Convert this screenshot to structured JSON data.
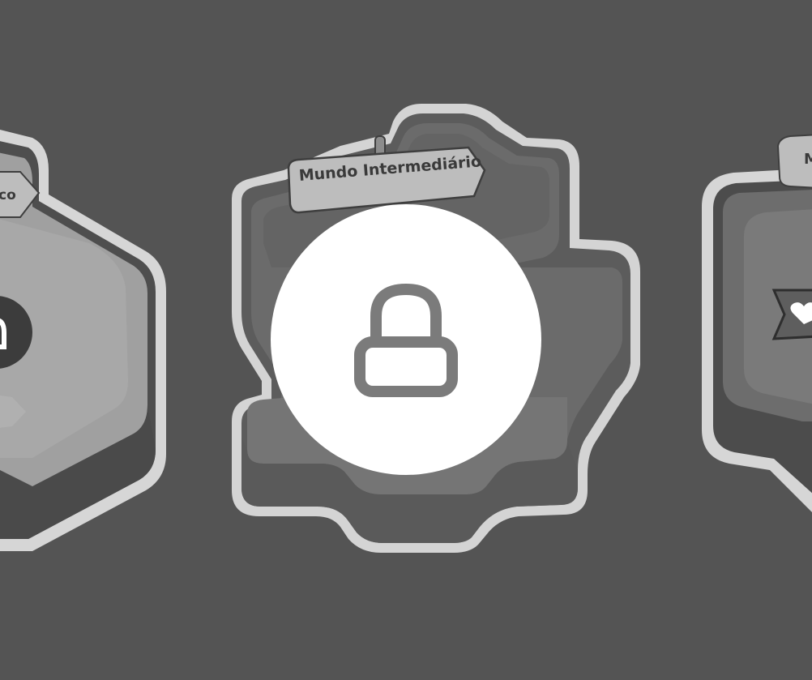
{
  "colors": {
    "background": "#545454",
    "outline": "#d6d6d6",
    "island_dark": "#4a4a4a",
    "island_mid": "#6a6a6a",
    "island_light": "#9c9c9c",
    "banner": "#b9b9b9",
    "lock_circle": "#ffffff",
    "lock_icon": "#7a7a7a"
  },
  "worlds": [
    {
      "label": "co",
      "state": "visible-partial",
      "icon": "lock-icon"
    },
    {
      "label": "Mundo Intermediário",
      "state": "locked",
      "icon": "lock-icon"
    },
    {
      "label": "M",
      "state": "visible-partial",
      "icon": "heart-icon"
    }
  ]
}
